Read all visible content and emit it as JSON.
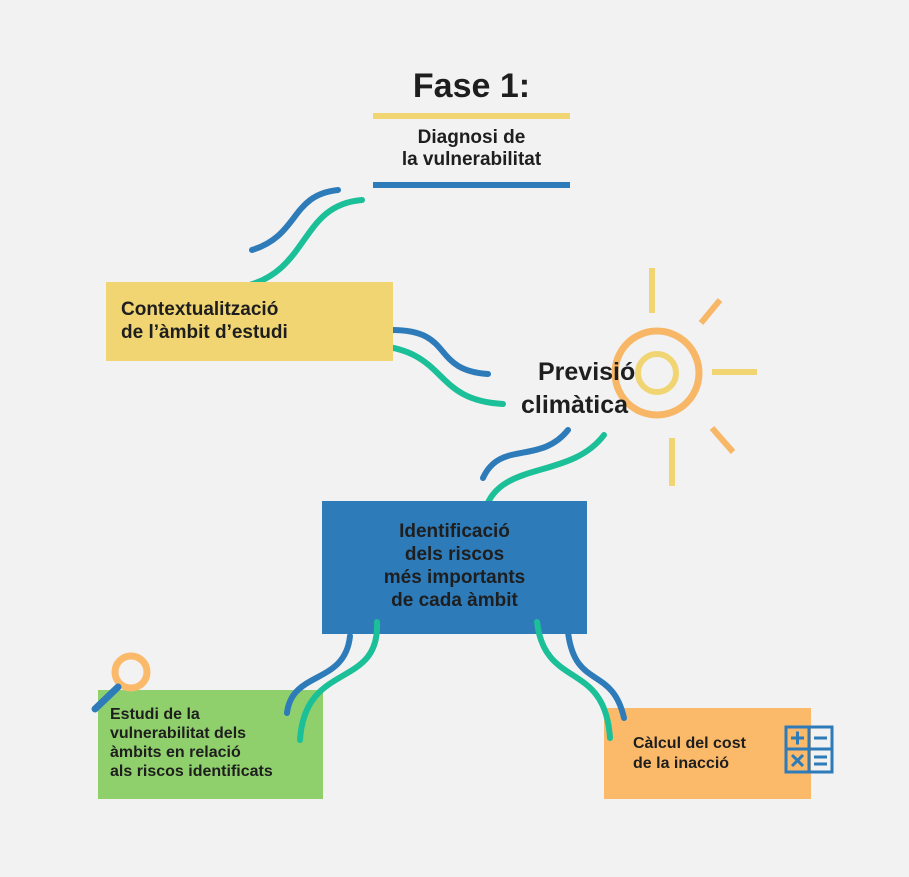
{
  "title": "Fase 1:",
  "subtitle_line1": "Diagnosi de",
  "subtitle_line2": "la vulnerabilitat",
  "nodes": {
    "context": {
      "line1": "Contextualització",
      "line2": "de l’àmbit d’estudi"
    },
    "forecast": {
      "line1": "Previsió",
      "line2": "climàtica"
    },
    "risks": {
      "line1": "Identificació",
      "line2": "dels riscos",
      "line3": "més importants",
      "line4": "de cada àmbit"
    },
    "study": {
      "line1": "Estudi de la",
      "line2": "vulnerabilitat dels",
      "line3": "àmbits en relació",
      "line4": "als riscos identificats"
    },
    "cost": {
      "line1": "Càlcul del cost",
      "line2": "de la inacció"
    }
  },
  "colors": {
    "background": "#f2f2f2",
    "yellow": "#f0d572",
    "blue": "#2e7bba",
    "teal": "#1bbf98",
    "green": "#8fd06c",
    "orange": "#fbb96a",
    "sun_ring": "#f7b766",
    "text": "#1e1e1e"
  },
  "icons": [
    "sun-icon",
    "magnifier-icon",
    "calculator-icon"
  ]
}
